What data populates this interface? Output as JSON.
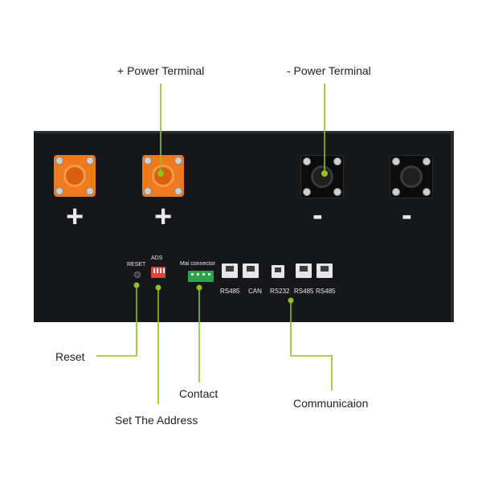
{
  "callouts": {
    "plus_terminal": "+ Power Terminal",
    "minus_terminal": "- Power Terminal",
    "reset": "Reset",
    "contact": "Contact",
    "communication": "Communicaion",
    "set_address": "Set The Address"
  },
  "panel": {
    "plus_sign": "+",
    "minus_sign": "-",
    "reset_label": "RESET",
    "ads_label": "ADS",
    "mai_connector_label": "Mai connector",
    "ports": [
      "RS485",
      "CAN",
      "RS232",
      "RS485",
      "RS485"
    ]
  },
  "colors": {
    "leader_line": "#8dc21f",
    "terminal_orange": "#ef7a1e",
    "panel": "#15171a"
  }
}
